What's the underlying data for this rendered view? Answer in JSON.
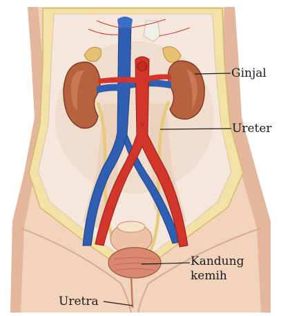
{
  "labels": {
    "ginjal": "Ginjal",
    "ureter": "Ureter",
    "kandung_line1": "Kandung",
    "kandung_line2": "kemih",
    "uretra": "Uretra"
  },
  "colors": {
    "skin": "#f2d3bc",
    "skin_shadow": "#d9a98c",
    "cavity": "#f5e6da",
    "fat_layer": "#f3e2a6",
    "kidney": "#b8613f",
    "artery": "#d3352a",
    "vein": "#2e5fb3",
    "ureter": "#e7c97a",
    "bladder": "#d98870"
  }
}
